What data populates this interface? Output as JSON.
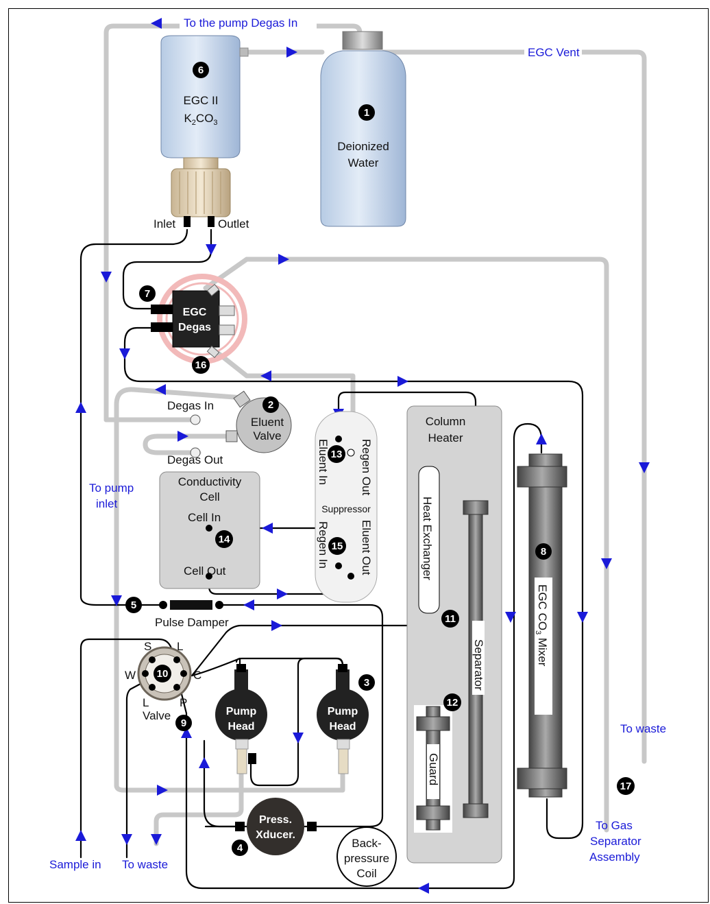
{
  "colors": {
    "label_blue": "#1a1ad8",
    "tubing_gray": "#c8c8c8",
    "panel_gray": "#d4d4d4"
  },
  "labels": {
    "to_pump_degas_in": "To the pump Degas In",
    "egc_vent": "EGC Vent",
    "egc_line1": "EGC II",
    "egc_k2": "K",
    "egc_k2_sub": "2",
    "egc_co": "CO",
    "egc_co_sub": "3",
    "water_line1": "Deionized",
    "water_line2": "Water",
    "inlet": "Inlet",
    "outlet": "Outlet",
    "egc_degas_line1": "EGC",
    "egc_degas_line2": "Degas",
    "degas_in": "Degas In",
    "degas_out": "Degas Out",
    "eluent_valve_line1": "Eluent",
    "eluent_valve_line2": "Valve",
    "to_pump_inlet_line1": "To pump",
    "to_pump_inlet_line2": "inlet",
    "conductivity_line1": "Conductivity",
    "conductivity_line2": "Cell",
    "cell_in": "Cell In",
    "cell_out": "Cell Out",
    "suppressor": "Suppressor",
    "eluent_in": "Eluent In",
    "regen_out": "Regen Out",
    "eluent_out": "Eluent Out",
    "regen_in": "Regen In",
    "column_heater_line1": "Column",
    "column_heater_line2": "Heater",
    "heat_exchanger": "Heat Exchanger",
    "separator": "Separator",
    "guard": "Guard",
    "mixer_pre": "EGC CO",
    "mixer_sub": "3",
    "mixer_post": " Mixer",
    "pulse_damper": "Pulse Damper",
    "valve": "Valve",
    "port_s": "S",
    "port_l1": "L",
    "port_w": "W",
    "port_c": "C",
    "port_l2": "L",
    "port_p": "P",
    "pump_head_line1": "Pump",
    "pump_head_line2": "Head",
    "pressure_line1": "Press.",
    "pressure_line2": "Xducer.",
    "backpressure_line1": "Back-",
    "backpressure_line2": "pressure",
    "backpressure_line3": "Coil",
    "sample_in": "Sample in",
    "to_waste": "To waste",
    "to_waste_right": "To waste",
    "gas_sep_line1": "To Gas",
    "gas_sep_line2": "Separator",
    "gas_sep_line3": "Assembly"
  },
  "badges": [
    "1",
    "2",
    "3",
    "4",
    "5",
    "6",
    "7",
    "8",
    "9",
    "10",
    "11",
    "12",
    "13",
    "14",
    "15",
    "16",
    "17"
  ]
}
